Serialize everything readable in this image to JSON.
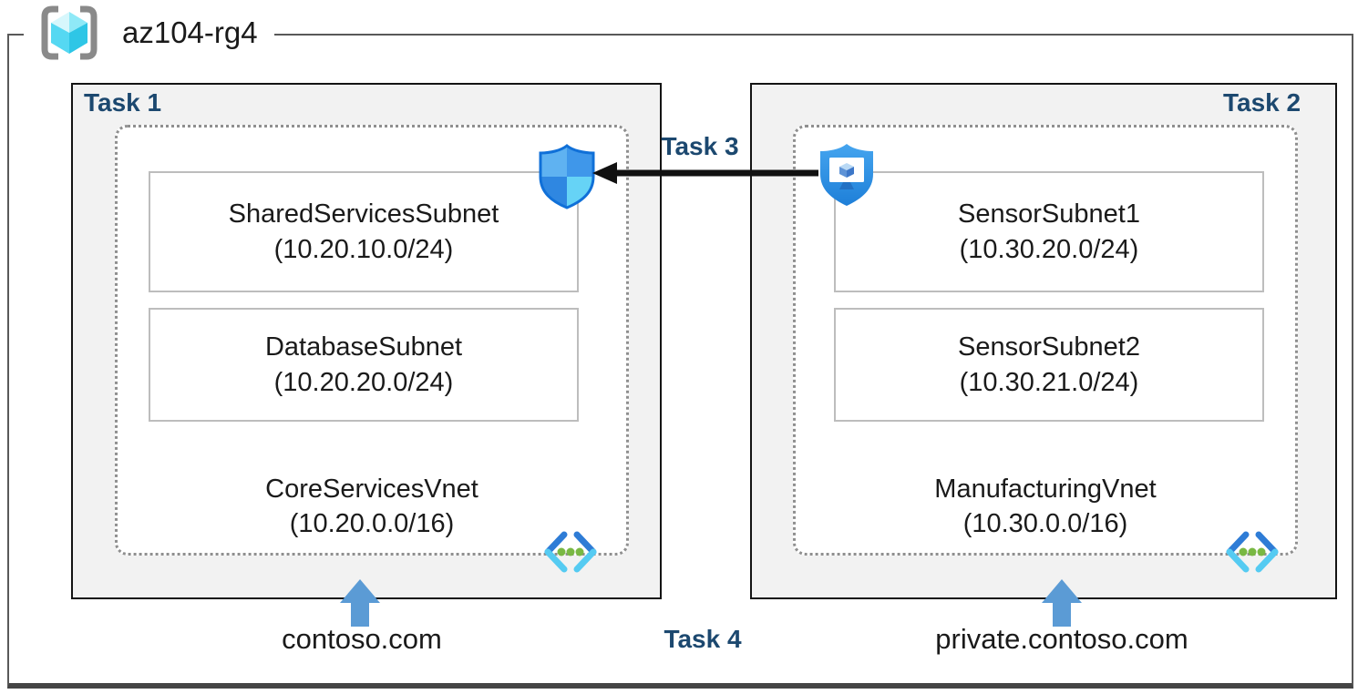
{
  "resource_group": {
    "name": "az104-rg4",
    "icon": "resource-group-icon"
  },
  "left_box": {
    "task_label": "Task 1",
    "vnet": {
      "name": "CoreServicesVnet",
      "cidr": "(10.20.0.0/16)"
    },
    "subnets": [
      {
        "name": "SharedServicesSubnet",
        "cidr": "(10.20.10.0/24)"
      },
      {
        "name": "DatabaseSubnet",
        "cidr": "(10.20.20.0/24)"
      }
    ],
    "dns_zone": "contoso.com"
  },
  "right_box": {
    "task_label": "Task 2",
    "vnet": {
      "name": "ManufacturingVnet",
      "cidr": "(10.30.0.0/16)"
    },
    "subnets": [
      {
        "name": "SensorSubnet1",
        "cidr": "(10.30.20.0/24)"
      },
      {
        "name": "SensorSubnet2",
        "cidr": "(10.30.21.0/24)"
      }
    ],
    "dns_zone": "private.contoso.com"
  },
  "connection": {
    "label": "Task 3",
    "from_icon": "bastion-shield-icon",
    "to_icon": "network-security-group-icon",
    "direction": "right-to-left"
  },
  "bottom": {
    "task_label": "Task 4"
  },
  "colors": {
    "task_label": "#1c486f",
    "box_fill": "#f2f2f2",
    "box_border": "#141414",
    "dotted_border": "#8f8f8f",
    "subnet_border": "#bdbdbd",
    "rg_border": "#595959",
    "up_arrow": "#5b9bd5",
    "peering_arrow": "#111111",
    "vnet_icon_blue": "#2e7cd6",
    "vnet_icon_cyan": "#55cbf2",
    "vnet_icon_green": "#79b843",
    "shield_blue": "#2e96e6"
  }
}
